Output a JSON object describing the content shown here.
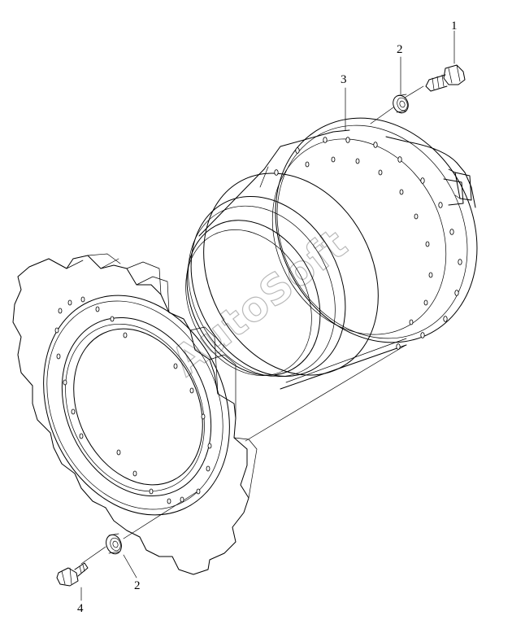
{
  "callouts": {
    "c1": "1",
    "c2a": "2",
    "c3": "3",
    "c2b": "2",
    "c4": "4"
  },
  "watermark": "AutoSoft"
}
